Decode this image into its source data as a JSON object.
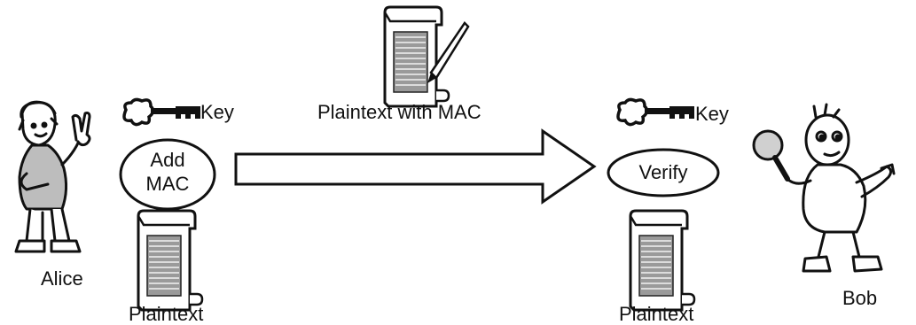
{
  "diagram": {
    "sender": {
      "name": "Alice",
      "key_label": "Key",
      "action_label": "Add MAC",
      "document_label": "Plaintext"
    },
    "message": {
      "label": "Plaintext with MAC"
    },
    "receiver": {
      "name": "Bob",
      "key_label": "Key",
      "action_label": "Verify",
      "document_label": "Plaintext"
    }
  },
  "icons": {
    "sender_figure": "person-waving-icon",
    "receiver_figure": "person-magnifying-glass-icon",
    "key": "key-icon",
    "document": "scroll-document-icon",
    "signed_document": "scroll-with-pen-icon",
    "transfer_arrow": "arrow-right-icon"
  },
  "colors": {
    "ink": "#111111",
    "background": "#ffffff",
    "fill_gray": "#bdbdbd"
  }
}
